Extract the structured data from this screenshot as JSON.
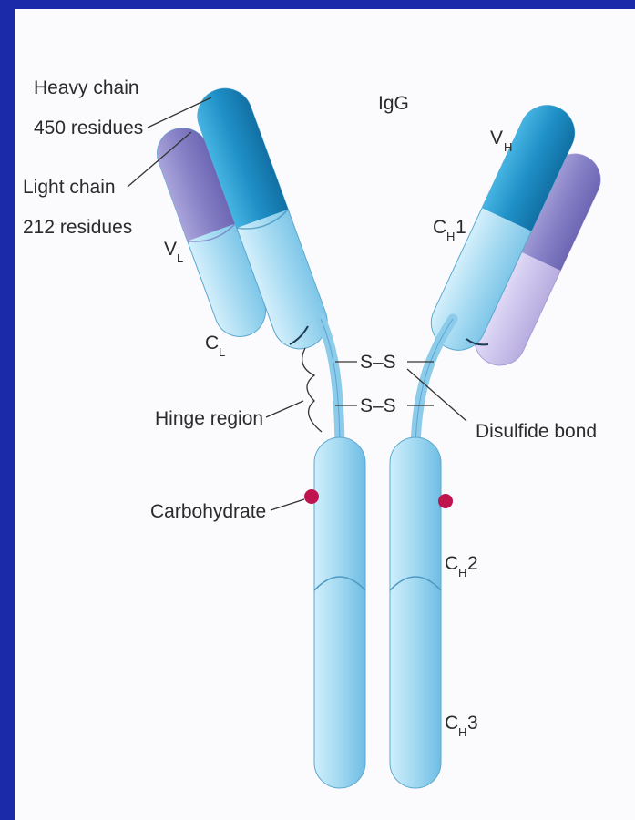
{
  "title": "IgG",
  "labels": {
    "heavy_chain_line1": "Heavy chain",
    "heavy_chain_line2": "450 residues",
    "light_chain_line1": "Light chain",
    "light_chain_line2": "212 residues",
    "vl": "V",
    "vl_sub": "L",
    "vh": "V",
    "vh_sub": "H",
    "cl": "C",
    "cl_sub": "L",
    "ch1": "C",
    "ch1_sub": "H",
    "ch1_num": "1",
    "ch2": "C",
    "ch2_sub": "H",
    "ch2_num": "2",
    "ch3": "C",
    "ch3_sub": "H",
    "ch3_num": "3",
    "hinge_region": "Hinge region",
    "disulfide_bond": "Disulfide bond",
    "carbohydrate": "Carbohydrate",
    "ss_top": "S–S",
    "ss_bottom": "S–S"
  },
  "colors": {
    "heavy_variable": "#1f8fc4",
    "heavy_constant": "#a8dcf3",
    "light_variable": "#8a86c9",
    "light_constant_left": "#a8dcf3",
    "light_constant_right": "#cfc6ee",
    "carbohydrate": "#c0144e",
    "frame_blue": "#1b2aa8"
  }
}
